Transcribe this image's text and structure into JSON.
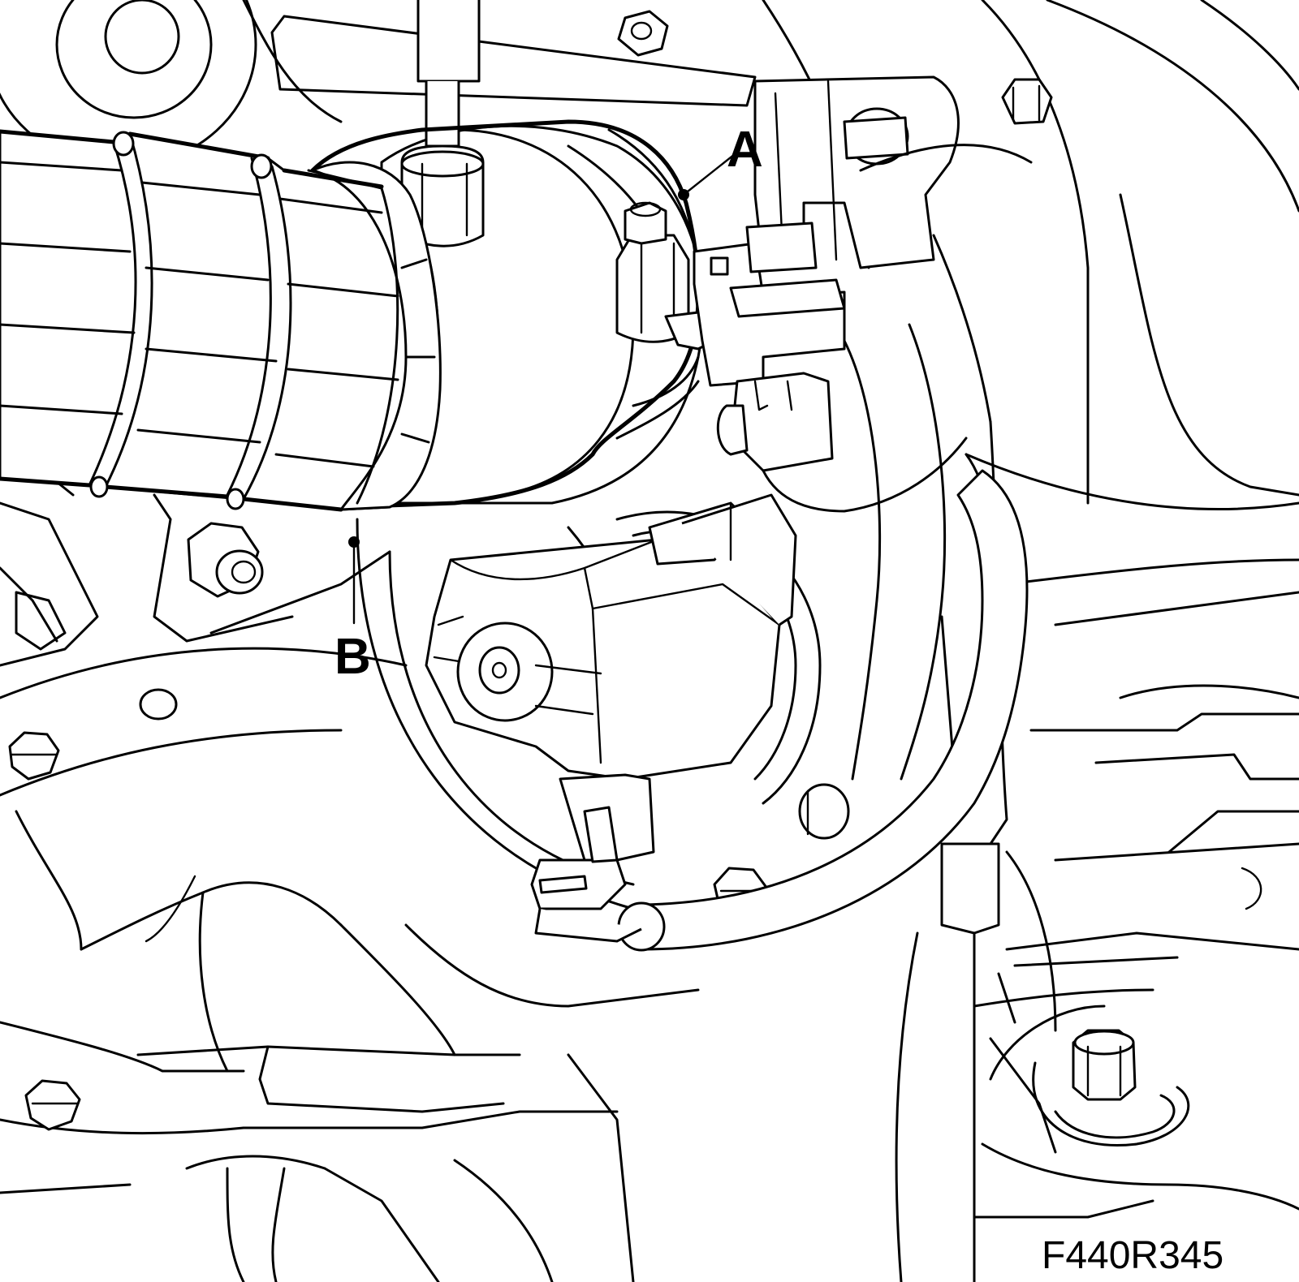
{
  "callouts": [
    {
      "id": "A",
      "label": "A"
    },
    {
      "id": "B",
      "label": "B"
    }
  ],
  "figure_id": "F440R345"
}
